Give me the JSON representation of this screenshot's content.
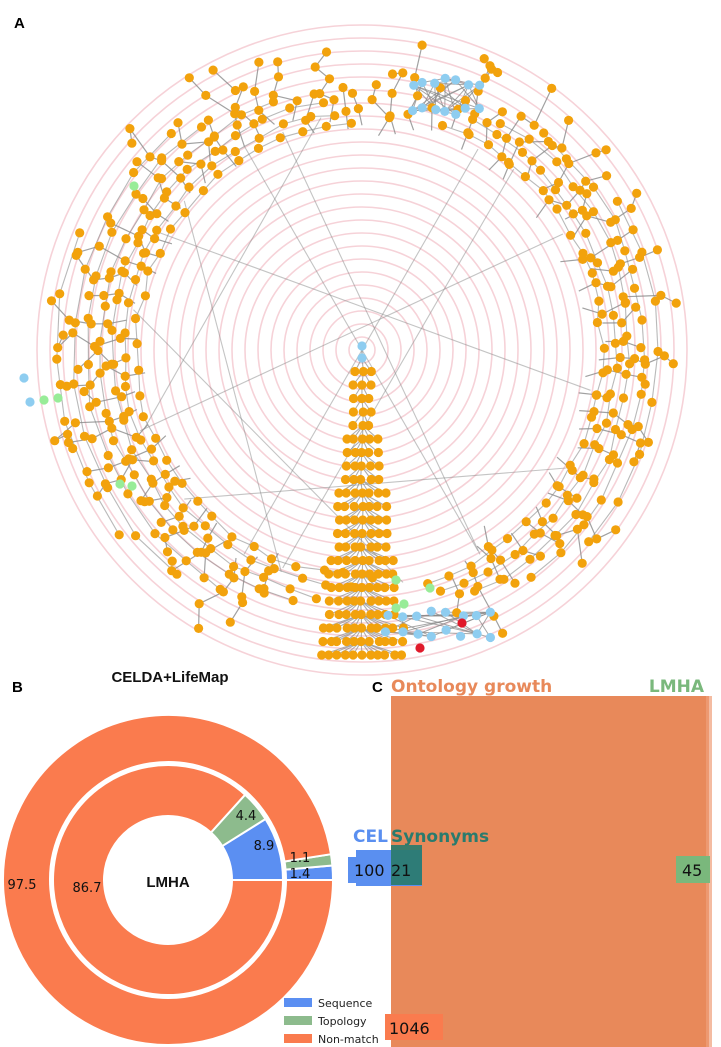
{
  "panels": {
    "a": "A",
    "b": "B",
    "c": "C"
  },
  "colors": {
    "node_main": "#f2a20c",
    "node_blue": "#8ecdf0",
    "node_green": "#98ec98",
    "node_red": "#e0192a",
    "edge": "#8a8a8a",
    "ring": "#f6d2d8",
    "sequence": "#5b8ff2",
    "topology": "#8dbb8d",
    "nonmatch": "#fa7b4e",
    "ontology": "#e8895a",
    "cel": "#5a8ff0",
    "synonyms": "#2a7b6d",
    "lmha": "#7ab87c"
  },
  "chart_data": [
    {
      "type": "network",
      "panel": "A",
      "layout": "radial",
      "node_types": [
        "main",
        "blue",
        "green",
        "red"
      ]
    },
    {
      "type": "pie",
      "panel": "B",
      "title": "CELDA+LifeMap",
      "center_label": "LMHA",
      "legend": [
        "Sequence",
        "Topology",
        "Non-match"
      ],
      "legend_placement": "bottom-right",
      "rings": [
        {
          "ring": "outer",
          "slices": [
            {
              "label": "Sequence",
              "value": 1.4
            },
            {
              "label": "Topology",
              "value": 1.1
            },
            {
              "label": "Non-match",
              "value": 97.5
            }
          ]
        },
        {
          "ring": "inner",
          "slices": [
            {
              "label": "Sequence",
              "value": 8.9
            },
            {
              "label": "Topology",
              "value": 4.4
            },
            {
              "label": "Non-match",
              "value": 86.7
            }
          ]
        }
      ]
    },
    {
      "type": "area-proportional set diagram",
      "panel": "C",
      "sets": [
        {
          "label": "Ontology growth",
          "value": 1046
        },
        {
          "label": "CEL",
          "value": 100
        },
        {
          "label": "Synonyms",
          "value": 21
        },
        {
          "label": "LMHA",
          "value": 45
        }
      ],
      "cel_label_text": "CEL"
    }
  ]
}
